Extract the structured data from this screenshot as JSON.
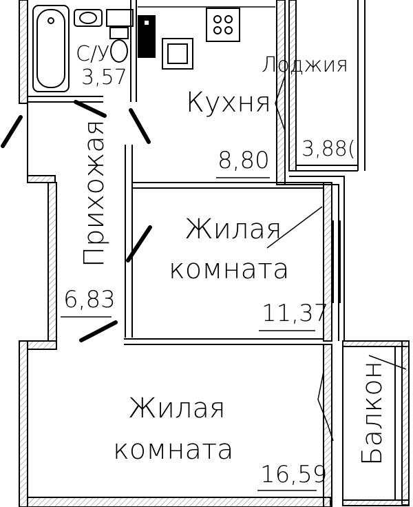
{
  "rooms": {
    "bathroom": {
      "area": "3,57",
      "code": "С/У"
    },
    "kitchen": {
      "name": "Кухня",
      "area": "8,80"
    },
    "loggia": {
      "name": "Лоджия",
      "area": "3,88("
    },
    "hallway": {
      "name": "Прихожая",
      "area": "6,83"
    },
    "living_room_1": {
      "name_line1": "Жилая",
      "name_line2": "комната",
      "area": "11,37"
    },
    "living_room_2": {
      "name_line1": "Жилая",
      "name_line2": "комната",
      "area": "16,59"
    },
    "balcony": {
      "name": "Балкон"
    }
  },
  "colors": {
    "wall": "#000000",
    "hatch": "#9a9a9a",
    "background": "#ffffff"
  }
}
